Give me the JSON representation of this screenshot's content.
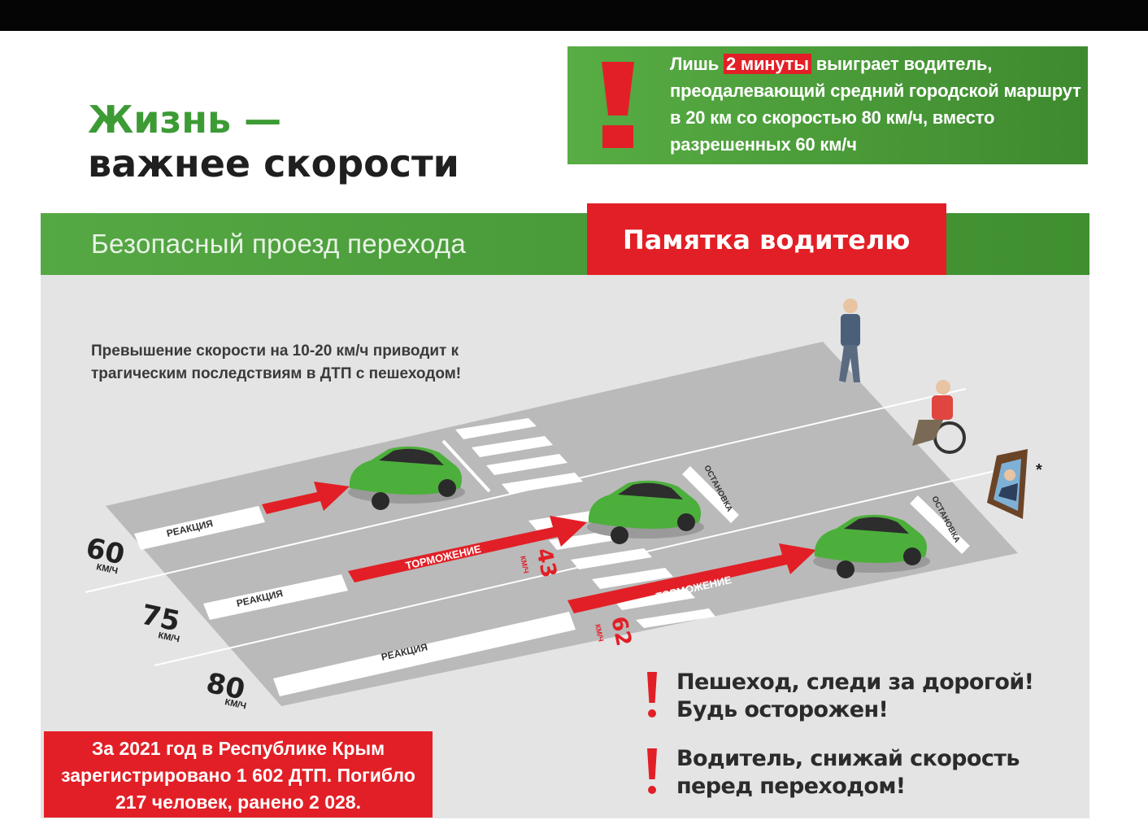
{
  "title": {
    "line1": "Жизнь —",
    "line2": "важнее скорости"
  },
  "notice": {
    "before": "Лишь ",
    "highlight": "2 минуты",
    "after": " выиграет водитель, преодалевающий средний городской маршрут в 20 км со скоростью 80 км/ч, вместо разрешенных 60 км/ч"
  },
  "band": {
    "left": "Безопасный проезд перехода",
    "right": "Памятка водителю"
  },
  "warning": "Превышение скорости на 10-20 км/ч приводит к трагическим последствиям в ДТП с пешеходом!",
  "lanes": {
    "speed60": "60",
    "speed75": "75",
    "speed80": "80",
    "unit": "КМ/Ч",
    "reaction": "РЕАКЦИЯ",
    "braking": "ТОРМОЖЕНИЕ",
    "stop": "ОСТАНОВКА",
    "impact43": "43",
    "impact62": "62",
    "asterisk": "*"
  },
  "stats": {
    "text": "За 2021 год в Республике Крым зарегистрировано 1 602 ДТП. Погибло 217 человек, ранено 2 028."
  },
  "messages": {
    "pedestrian_l1": "Пешеход, следи за дорогой!",
    "pedestrian_l2": "Будь осторожен!",
    "driver_l1": "Водитель, снижай скорость",
    "driver_l2": "перед переходом!"
  },
  "colors": {
    "green": "#4ea33e",
    "red": "#e21f26",
    "car": "#4caf3b",
    "road": "#b8b8b8"
  }
}
